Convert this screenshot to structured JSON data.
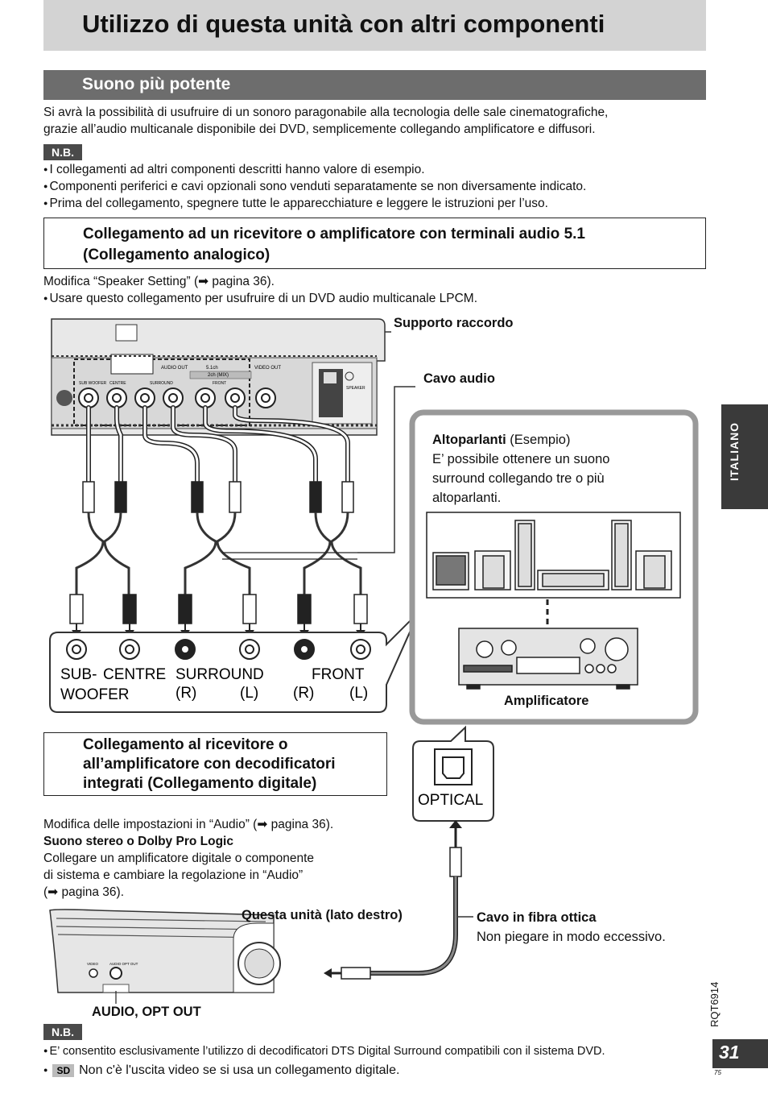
{
  "header": {
    "title": "Utilizzo di questa unità con altri componenti"
  },
  "section": {
    "title": "Suono più potente"
  },
  "intro": {
    "line1": "Si avrà la possibilità di usufruire di un sonoro paragonabile alla tecnologia delle sale cinematografiche,",
    "line2": "grazie all’audio multicanale disponibile dei DVD, semplicemente collegando amplificatore e diffusori."
  },
  "nb_label": "N.B.",
  "notes": [
    "I collegamenti ad altri componenti descritti hanno valore di esempio.",
    "Componenti periferici e cavi opzionali sono venduti separatamente se non diversamente indicato.",
    "Prima del collegamento, spegnere tutte le apparecchiature e leggere le istruzioni per l’uso."
  ],
  "analog": {
    "box_line1": "Collegamento ad un ricevitore o amplificatore con terminali audio 5.1",
    "box_line2": "(Collegamento analogico)",
    "text1": "Modifica “Speaker Setting” (➡ pagina 36).",
    "text2": "Usare questo collegamento per usufruire di un DVD audio multicanale LPCM."
  },
  "diagram": {
    "supporto": "Supporto raccordo",
    "cavo_audio": "Cavo audio",
    "altoparlanti_bold": "Altoparlanti",
    "altoparlanti_rest": "(Esempio)",
    "altoparlanti_l1": "E’ possibile ottenere un suono",
    "altoparlanti_l2": "surround collegando tre o più",
    "altoparlanti_l3": "altoparlanti.",
    "amplificatore": "Amplificatore",
    "ch_sub1": "SUB-",
    "ch_sub2": "WOOFER",
    "ch_centre": "CENTRE",
    "ch_surround": "SURROUND",
    "ch_front": "FRONT",
    "ch_r1": "(R)",
    "ch_l1": "(L)",
    "ch_r2": "(R)",
    "ch_l2": "(L)",
    "panel_audio_out": "AUDIO OUT",
    "panel_51ch": "5.1ch",
    "panel_2ch": "2ch (MIX)",
    "panel_video_out": "VIDEO OUT",
    "panel_speaker": "SPEAKER",
    "panel_sub": "SUB WOOFER",
    "panel_centre": "CENTRE",
    "panel_surround": "SURROUND",
    "panel_front": "FRONT",
    "optical": "OPTICAL"
  },
  "digital": {
    "box_line1": "Collegamento al ricevitore o",
    "box_line2": "all’amplificatore con decodificatori",
    "box_line3": "integrati (Collegamento digitale)",
    "text1": "Modifica delle impostazioni in “Audio” (➡ pagina 36).",
    "text2_bold": "Suono stereo o Dolby Pro Logic",
    "text3": "Collegare un amplificatore digitale o componente",
    "text4": "di sistema e cambiare la regolazione in “Audio”",
    "text5": "(➡ pagina 36).",
    "unit_label": "Questa unità (lato destro)",
    "fiber_label": "Cavo in fibra ottica",
    "fiber_note": "Non piegare in modo eccessivo.",
    "port_label": "AUDIO, OPT OUT",
    "port_small_video": "VIDEO",
    "port_small_audio": "AUDIO OPT OUT"
  },
  "footer_notes": {
    "note1": "E’ consentito esclusivamente l’utilizzo di decodificatori DTS Digital Surround compatibili con il sistema DVD.",
    "sd_badge": "SD",
    "note2": "Non c'è l'uscita video se si usa un collegamento digitale."
  },
  "side_tab": "ITALIANO",
  "model_code": "RQT6914",
  "page_number": "31",
  "small_page": "75"
}
